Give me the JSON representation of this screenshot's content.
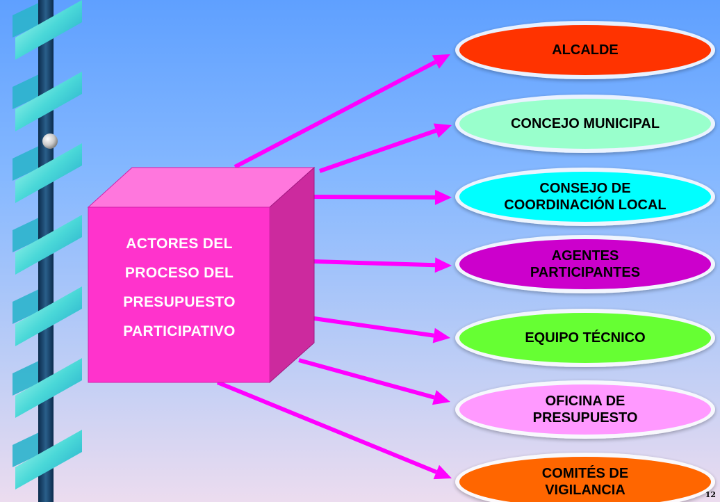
{
  "diagram": {
    "central_box": {
      "lines": [
        "ACTORES  DEL",
        "PROCESO  DEL",
        "PRESUPUESTO",
        "PARTICIPATIVO"
      ],
      "color": "#ff33cc"
    },
    "actors": [
      {
        "lines": [
          "ALCALDE"
        ],
        "fill": "#ff3300"
      },
      {
        "lines": [
          "CONCEJO MUNICIPAL"
        ],
        "fill": "#99ffcc"
      },
      {
        "lines": [
          "CONSEJO DE",
          "COORDINACIÓN  LOCAL"
        ],
        "fill": "#00ffff"
      },
      {
        "lines": [
          "AGENTES",
          "PARTICIPANTES"
        ],
        "fill": "#cc00cc"
      },
      {
        "lines": [
          "EQUIPO TÉCNICO"
        ],
        "fill": "#66ff33"
      },
      {
        "lines": [
          "OFICINA DE",
          "PRESUPUESTO"
        ],
        "fill": "#ff99ff"
      },
      {
        "lines": [
          "COMITÉS DE",
          "VIGILANCIA"
        ],
        "fill": "#ff6600"
      }
    ],
    "arrow_color": "#ff00ff",
    "page_number": "12"
  }
}
